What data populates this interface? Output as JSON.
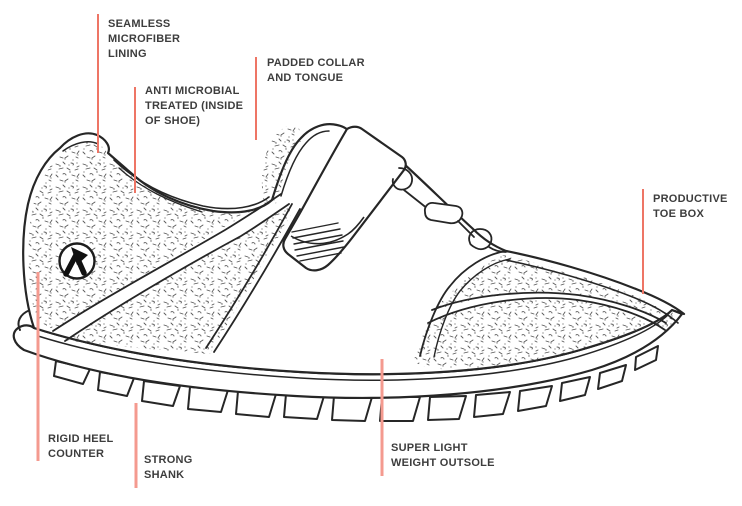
{
  "diagram": {
    "subject": "athletic-shoe-side-view-line-art",
    "ink_color": "#262626",
    "text_color": "#3d3d3d",
    "leader_color_thin": "#ee7565",
    "leader_color_thick": "#f49a8f",
    "logo": {
      "icon": "arrow-up-right-icon"
    },
    "labels": [
      {
        "id": "seamless-microfiber-lining",
        "lines": [
          "SEAMLESS",
          "MICROFIBER",
          "LINING"
        ]
      },
      {
        "id": "anti-microbial-treated",
        "lines": [
          "ANTI MICROBIAL",
          "TREATED (INSIDE",
          "OF SHOE)"
        ]
      },
      {
        "id": "padded-collar-and-tongue",
        "lines": [
          "PADDED COLLAR",
          "AND TONGUE"
        ]
      },
      {
        "id": "productive-toe-box",
        "lines": [
          "PRODUCTIVE",
          "TOE BOX"
        ]
      },
      {
        "id": "rigid-heel-counter",
        "lines": [
          "RIGID HEEL",
          "COUNTER"
        ]
      },
      {
        "id": "strong-shank",
        "lines": [
          "STRONG",
          "SHANK"
        ]
      },
      {
        "id": "super-light-weight-outsole",
        "lines": [
          "SUPER LIGHT",
          "WEIGHT OUTSOLE"
        ]
      }
    ]
  }
}
